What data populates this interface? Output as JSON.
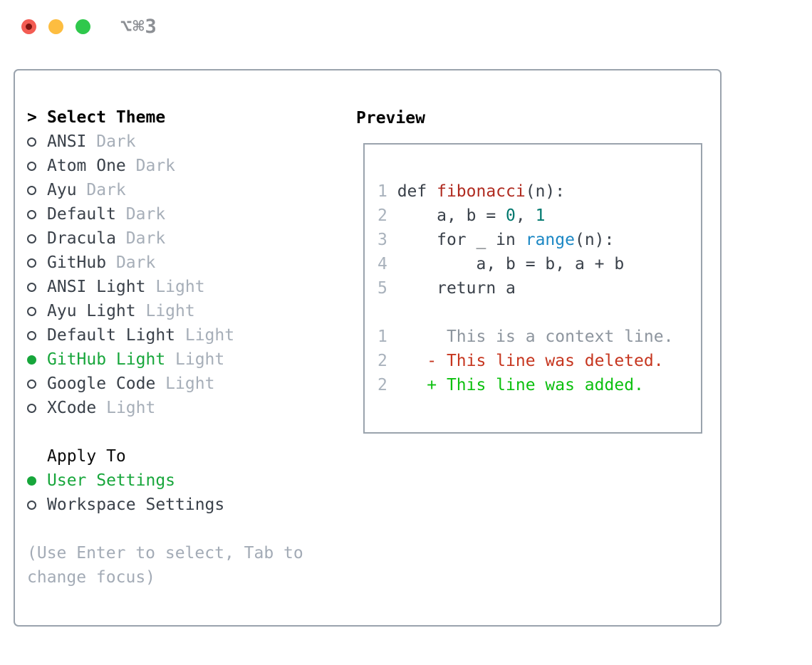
{
  "titlebar": {
    "shortcut": "⌥⌘3",
    "traffic_lights": [
      "close",
      "minimize",
      "zoom"
    ]
  },
  "theme_list": {
    "prompt": ">",
    "title": "Select Theme",
    "items": [
      {
        "name": "ANSI",
        "variant": "Dark",
        "selected": false
      },
      {
        "name": "Atom One",
        "variant": "Dark",
        "selected": false
      },
      {
        "name": "Ayu",
        "variant": "Dark",
        "selected": false
      },
      {
        "name": "Default",
        "variant": "Dark",
        "selected": false
      },
      {
        "name": "Dracula",
        "variant": "Dark",
        "selected": false
      },
      {
        "name": "GitHub",
        "variant": "Dark",
        "selected": false
      },
      {
        "name": "ANSI Light",
        "variant": "Light",
        "selected": false
      },
      {
        "name": "Ayu Light",
        "variant": "Light",
        "selected": false
      },
      {
        "name": "Default Light",
        "variant": "Light",
        "selected": false
      },
      {
        "name": "GitHub Light",
        "variant": "Light",
        "selected": true
      },
      {
        "name": "Google Code",
        "variant": "Light",
        "selected": false
      },
      {
        "name": "XCode",
        "variant": "Light",
        "selected": false
      }
    ]
  },
  "apply_to": {
    "title": "Apply To",
    "options": [
      {
        "label": "User Settings",
        "selected": true
      },
      {
        "label": "Workspace Settings",
        "selected": false
      }
    ]
  },
  "hint": {
    "line1": "(Use Enter to select, Tab to",
    "line2": "change focus)"
  },
  "preview": {
    "title": "Preview",
    "code_lines": [
      {
        "num": "1",
        "tokens": [
          {
            "t": "def ",
            "c": "plain"
          },
          {
            "t": "fibonacci",
            "c": "func"
          },
          {
            "t": "(n):",
            "c": "plain"
          }
        ]
      },
      {
        "num": "2",
        "tokens": [
          {
            "t": "    a, b = ",
            "c": "plain"
          },
          {
            "t": "0",
            "c": "num"
          },
          {
            "t": ", ",
            "c": "plain"
          },
          {
            "t": "1",
            "c": "num"
          }
        ]
      },
      {
        "num": "3",
        "tokens": [
          {
            "t": "    for _ in ",
            "c": "plain"
          },
          {
            "t": "range",
            "c": "builtin"
          },
          {
            "t": "(n):",
            "c": "plain"
          }
        ]
      },
      {
        "num": "4",
        "tokens": [
          {
            "t": "        a, b = b, a + b",
            "c": "plain"
          }
        ]
      },
      {
        "num": "5",
        "tokens": [
          {
            "t": "    return a",
            "c": "plain"
          }
        ]
      }
    ],
    "diff_lines": [
      {
        "num": "1",
        "marker": " ",
        "text": "This is a context line.",
        "kind": "context"
      },
      {
        "num": "2",
        "marker": "-",
        "text": "This line was deleted.",
        "kind": "deleted"
      },
      {
        "num": "2",
        "marker": "+",
        "text": "This line was added.",
        "kind": "added"
      }
    ]
  },
  "colors": {
    "accent_green": "#17a63b",
    "diff_added": "#0cc00f",
    "diff_deleted": "#c6361f",
    "diff_context": "#8d959e",
    "syntax_function_red": "#b02b20",
    "syntax_number_teal": "#00786e",
    "syntax_builtin_blue": "#1b87c4",
    "code_plain": "#3a414a",
    "line_number_gray": "#a9b2bc",
    "muted_gray": "#a6aeb8",
    "panel_border": "#9aa3ad",
    "traffic_red": "#f35c53",
    "traffic_yellow": "#fdbd40",
    "traffic_green": "#2fc84c"
  }
}
